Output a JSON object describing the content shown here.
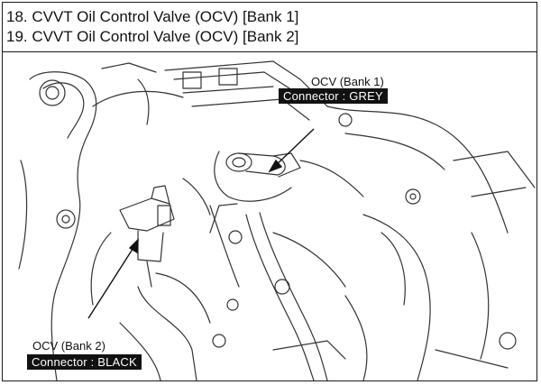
{
  "header": {
    "line1": "18. CVVT Oil Control Valve (OCV) [Bank 1]",
    "line2": "19. CVVT Oil Control Valve (OCV) [Bank 2]"
  },
  "figure": {
    "bank1": {
      "title": "OCV (Bank 1)",
      "connector": "Connector : GREY"
    },
    "bank2": {
      "title": "OCV (Bank 2)",
      "connector": "Connector : BLACK"
    }
  },
  "colors": {
    "ink": "#111111",
    "paper": "#ffffff",
    "label_bg": "#111111",
    "label_text": "#ffffff"
  }
}
